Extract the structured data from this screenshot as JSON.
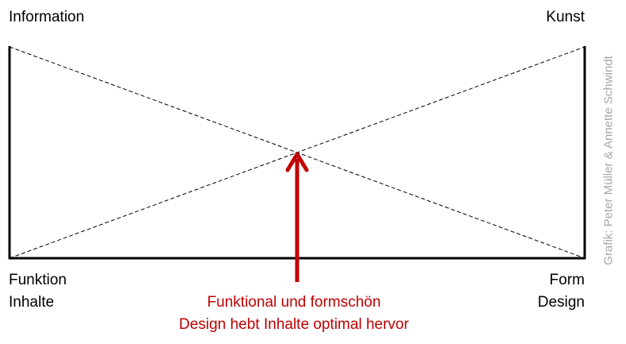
{
  "corners": {
    "top_left": "Information",
    "top_right": "Kunst",
    "bottom_left_line1": "Funktion",
    "bottom_left_line2": "Inhalte",
    "bottom_right_line1": "Form",
    "bottom_right_line2": "Design"
  },
  "caption": {
    "line1": "Funktional und formschön",
    "line2": "Design hebt Inhalte optimal hervor"
  },
  "credit": "Grafik: Peter Müller & Annette Schwindt",
  "colors": {
    "frame": "#000000",
    "arrow": "#c00000",
    "caption_text": "#c00000",
    "credit_text": "#a6a6a6"
  }
}
